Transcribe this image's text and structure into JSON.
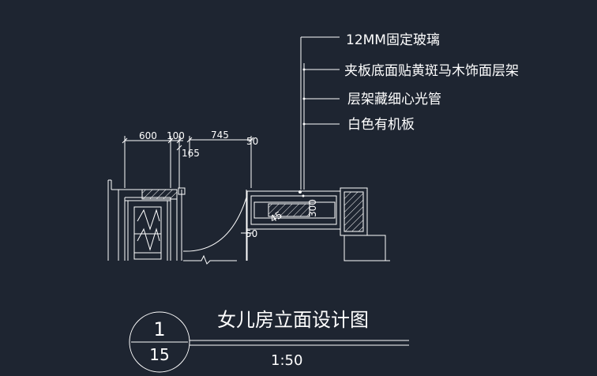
{
  "drawing": {
    "title": "女儿房立面设计图",
    "scale": "1:50",
    "sheet_number": "1",
    "sheet_total": "15"
  },
  "annotations": [
    "12MM固定玻璃",
    "夹板底面贴黄斑马木饰面层架",
    "层架藏细心光管",
    "白色有机板"
  ],
  "dimensions": {
    "d600": "600",
    "d100": "100",
    "d745": "745",
    "d50_top": "50",
    "d165": "165",
    "d50_low": "50",
    "d300": "300",
    "d45": "45"
  },
  "colors": {
    "background": "#1e2531",
    "lines": "#ffffff"
  }
}
